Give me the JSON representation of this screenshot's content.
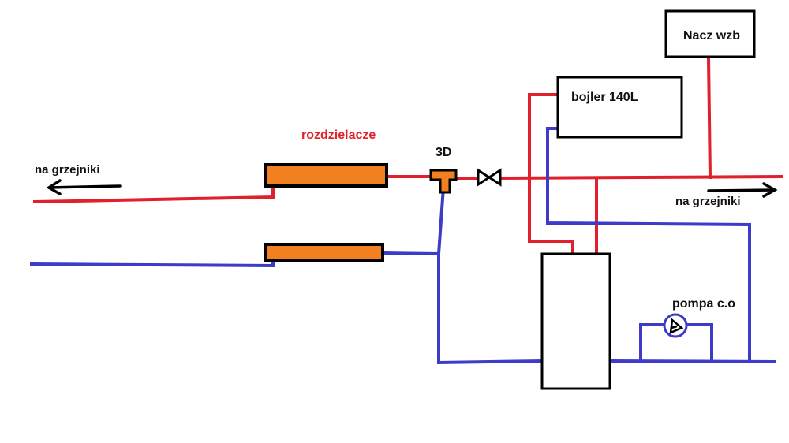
{
  "labels": {
    "manifold": "rozdzielacze",
    "valve_3d": "3D",
    "radiators_left": "na grzejniki",
    "radiators_right": "na grzejniki",
    "boiler_tank": "bojler 140L",
    "expansion_vessel": "Nacz wzb",
    "pump": "pompa c.o"
  },
  "colors": {
    "supply_pipe": "#e0202a",
    "return_pipe": "#3c3cc8",
    "manifold_fill": "#f08020",
    "outline": "#000000"
  },
  "icons": {
    "arrow_left": "arrow-left-icon",
    "arrow_right": "arrow-right-icon",
    "valve": "gate-valve-icon",
    "pump": "pump-icon"
  }
}
